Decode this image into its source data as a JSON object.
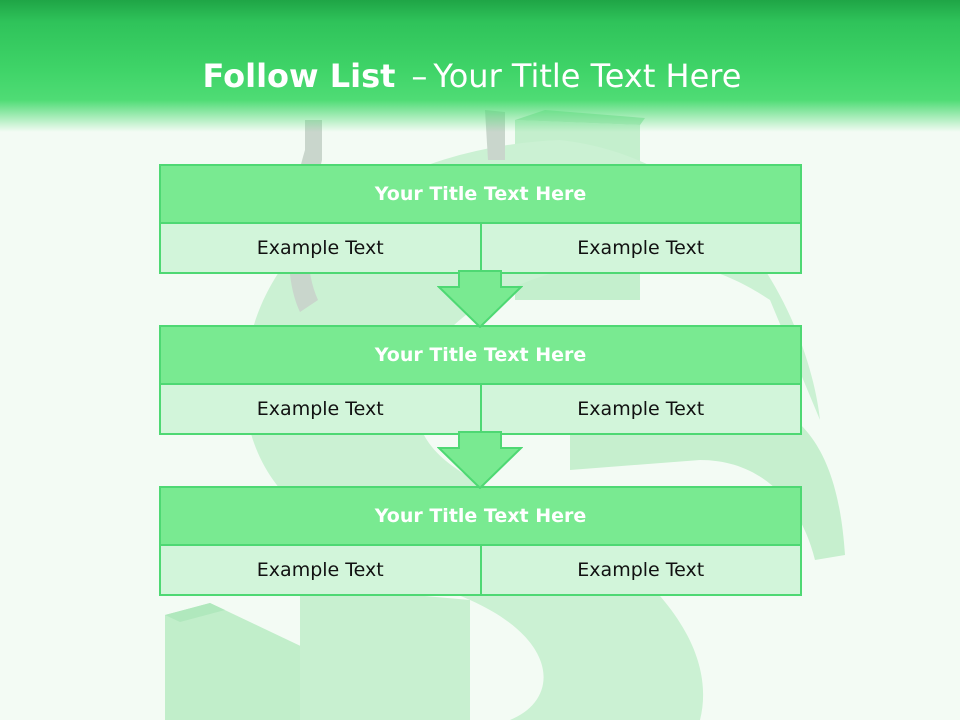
{
  "slide": {
    "title_bold": "Follow List",
    "title_sep": "–",
    "title_rest": "Your Title Text Here"
  },
  "blocks": [
    {
      "title": "Your Title Text Here",
      "left": "Example Text",
      "right": "Example Text"
    },
    {
      "title": "Your Title Text Here",
      "left": "Example Text",
      "right": "Example Text"
    },
    {
      "title": "Your Title Text Here",
      "left": "Example Text",
      "right": "Example Text"
    }
  ],
  "colors": {
    "header_green": "#3fd468",
    "box_header": "#79ea91",
    "box_body": "#d2f5da",
    "border_green": "#4ed873",
    "background": "#f3fbf4"
  },
  "icons": {
    "arrow": "down-arrow-icon",
    "background": "dollar-sign-icon"
  }
}
